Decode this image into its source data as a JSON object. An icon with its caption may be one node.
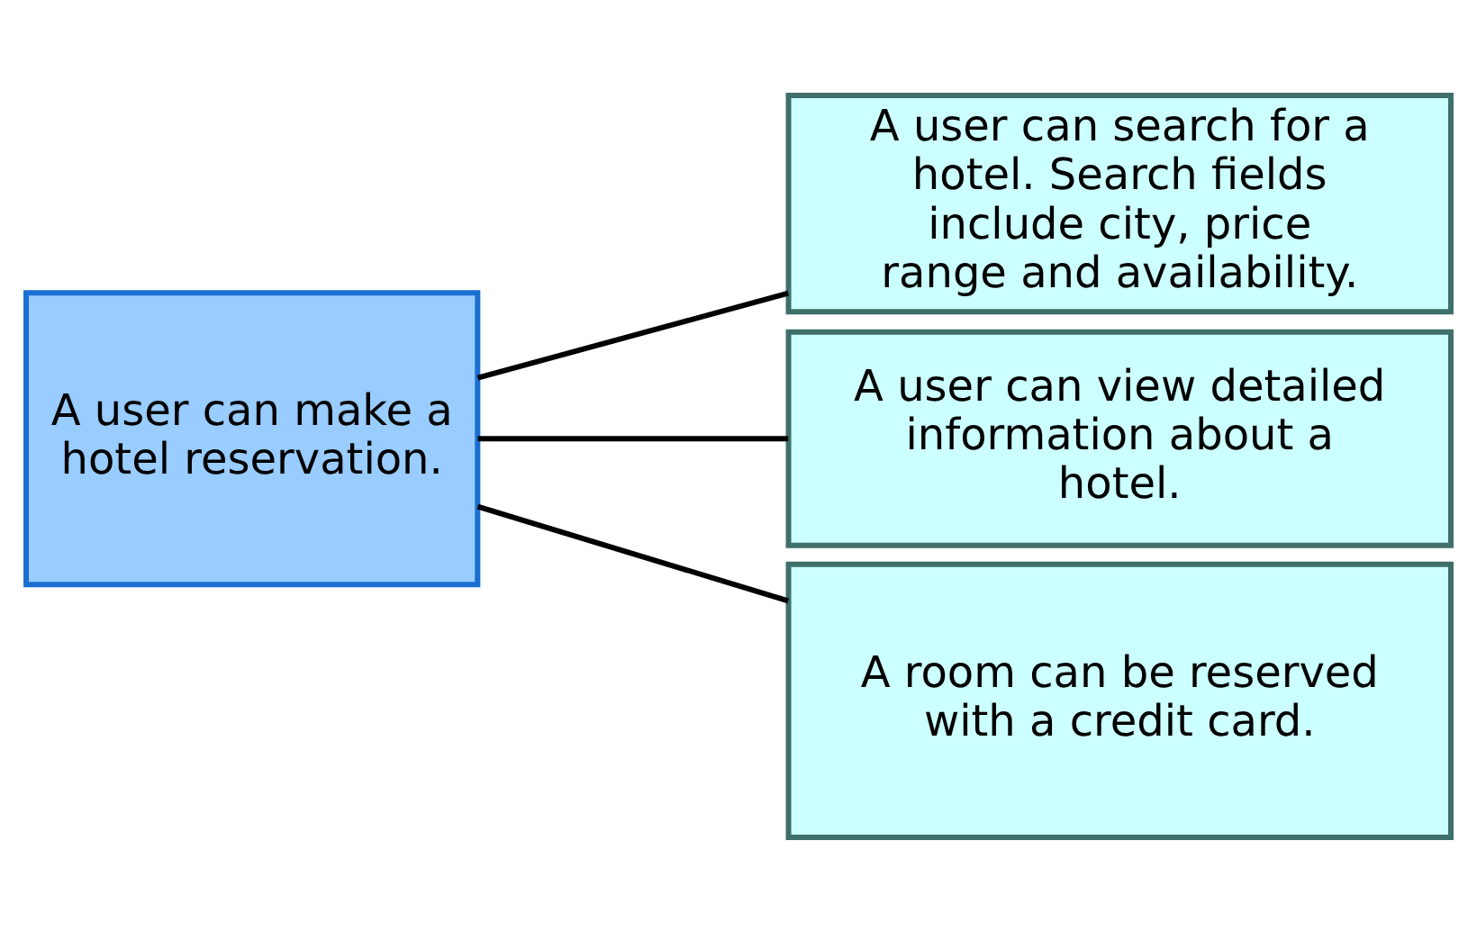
{
  "diagram": {
    "nodes": [
      {
        "text": [
          "A user can make a hotel reservation."
        ]
      },
      {
        "text": [
          "A user can search for a hotel. Search fields include city, price range and availability."
        ]
      },
      {
        "text": [
          "A user can view detailed information about a hotel."
        ]
      },
      {
        "text": [
          "A room can be reserved with a credit card."
        ]
      }
    ],
    "edges": [
      {
        "from": 0,
        "to": 1,
        "arrow": "none"
      },
      {
        "from": 0,
        "to": 2,
        "arrow": "none"
      },
      {
        "from": 0,
        "to": 3,
        "arrow": "none"
      }
    ]
  }
}
